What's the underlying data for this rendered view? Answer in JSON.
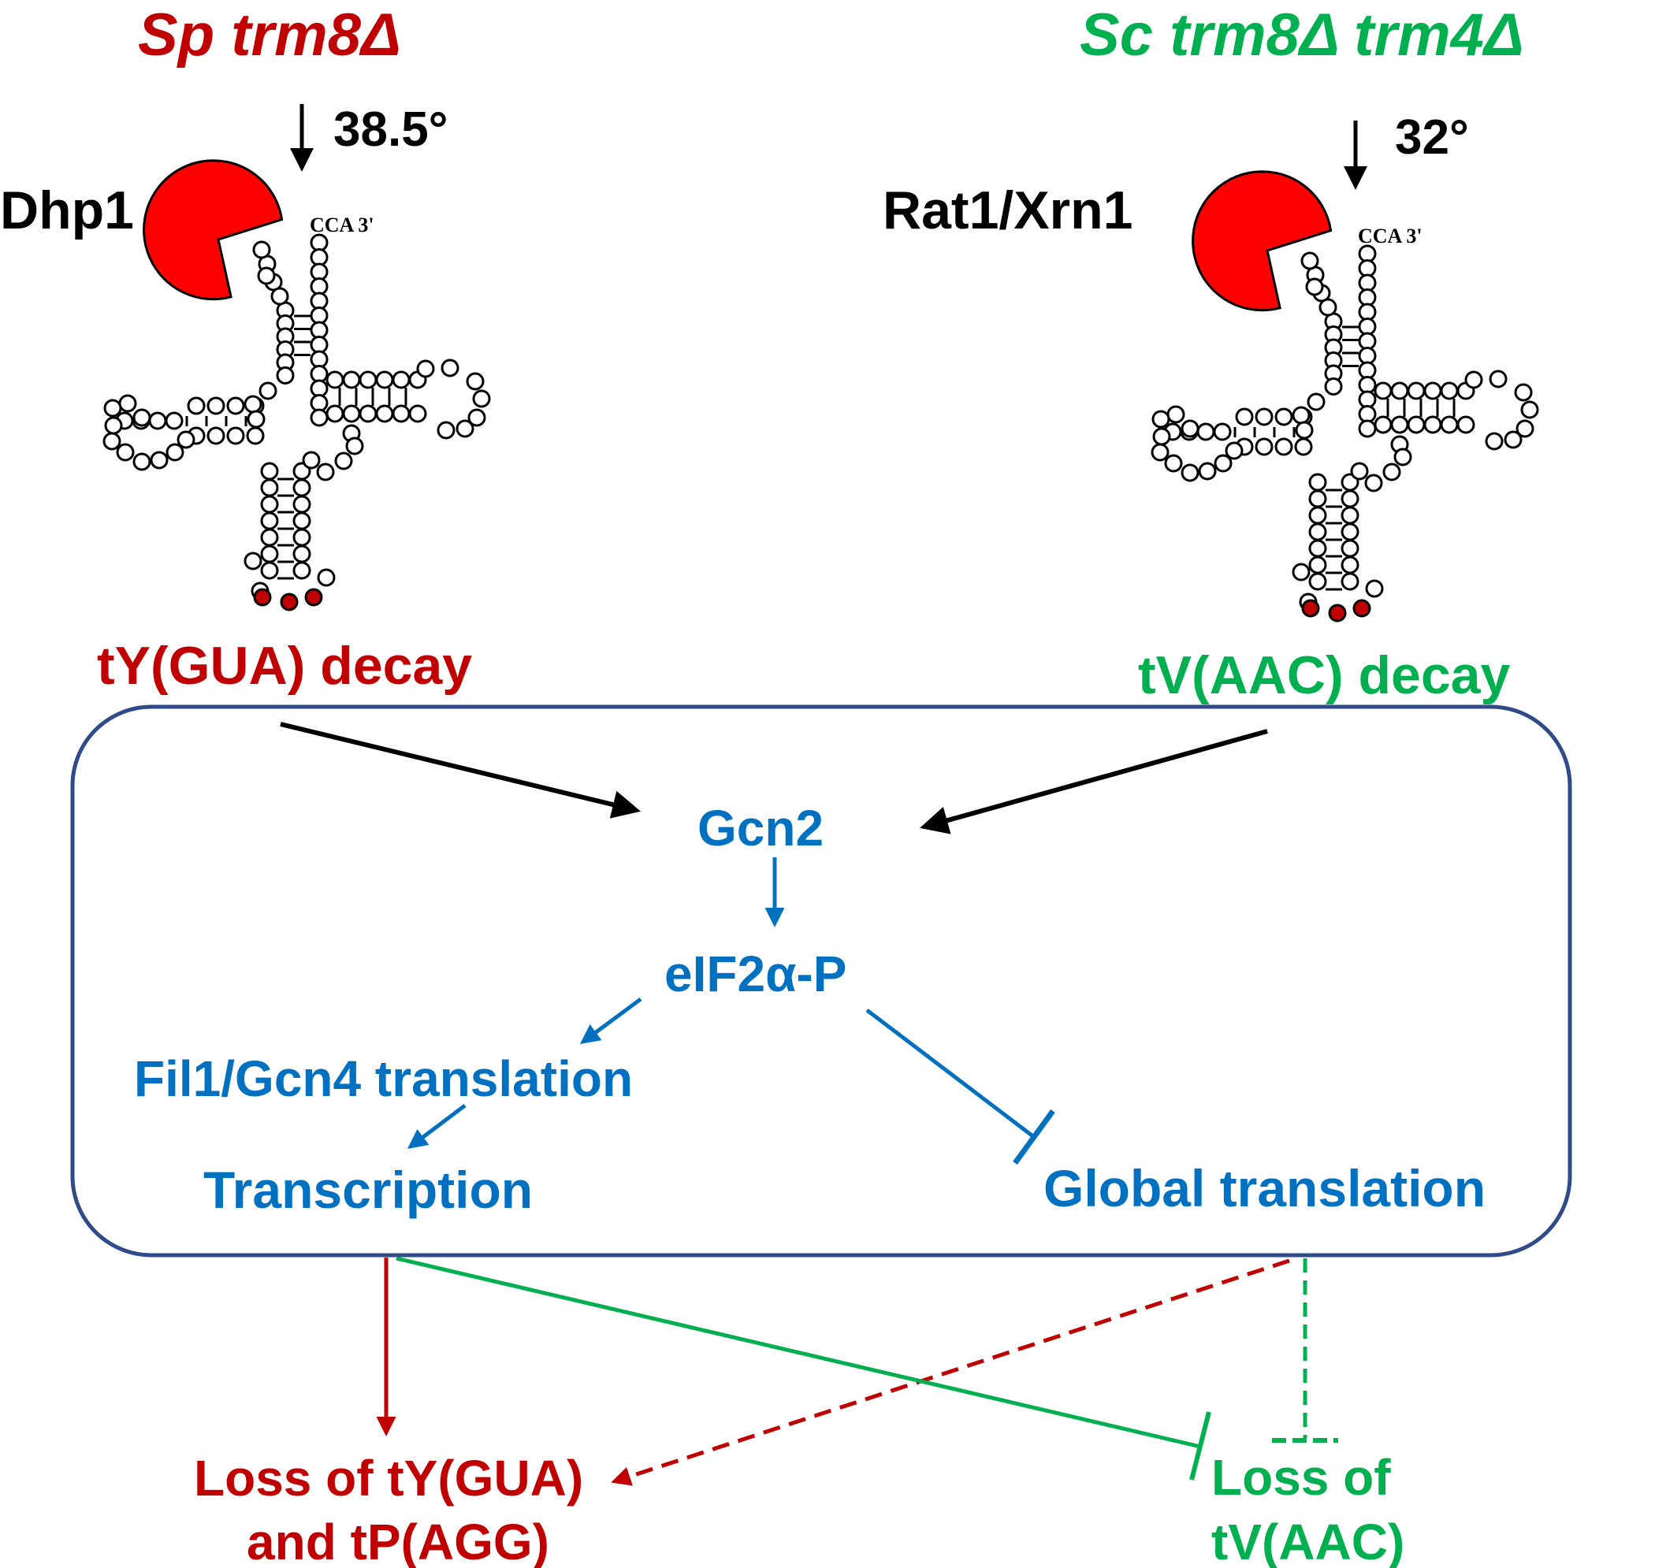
{
  "left_panel": {
    "strain_prefix": "Sp",
    "strain_gene": "trm8Δ",
    "temperature": "38.5°",
    "nuclease": "Dhp1",
    "trna_end_label": "CCA 3'",
    "decay_label": "tY(GUA) decay"
  },
  "right_panel": {
    "strain_prefix": "Sc",
    "strain_gene": "trm8Δ trm4Δ",
    "temperature": "32°",
    "nuclease": "Rat1/Xrn1",
    "trna_end_label": "CCA 3'",
    "decay_label": "tV(AAC) decay"
  },
  "pathway": {
    "gcn2": "Gcn2",
    "eif2a": "eIF2α-P",
    "fil1_gcn4": "Fil1/Gcn4 translation",
    "transcription": "Transcription",
    "global_translation": "Global translation"
  },
  "outcomes": {
    "left_line1": "Loss of tY(GUA)",
    "left_line2": "and tP(AGG)",
    "right_line1": "Loss of",
    "right_line2": "tV(AAC)"
  },
  "colors": {
    "red": "#c00000",
    "green": "#00b050",
    "blue": "#0070c0",
    "box_border": "#2f4b8a",
    "pacman_red": "#ff0000",
    "anticodon_red": "#c00000",
    "black": "#000000"
  }
}
